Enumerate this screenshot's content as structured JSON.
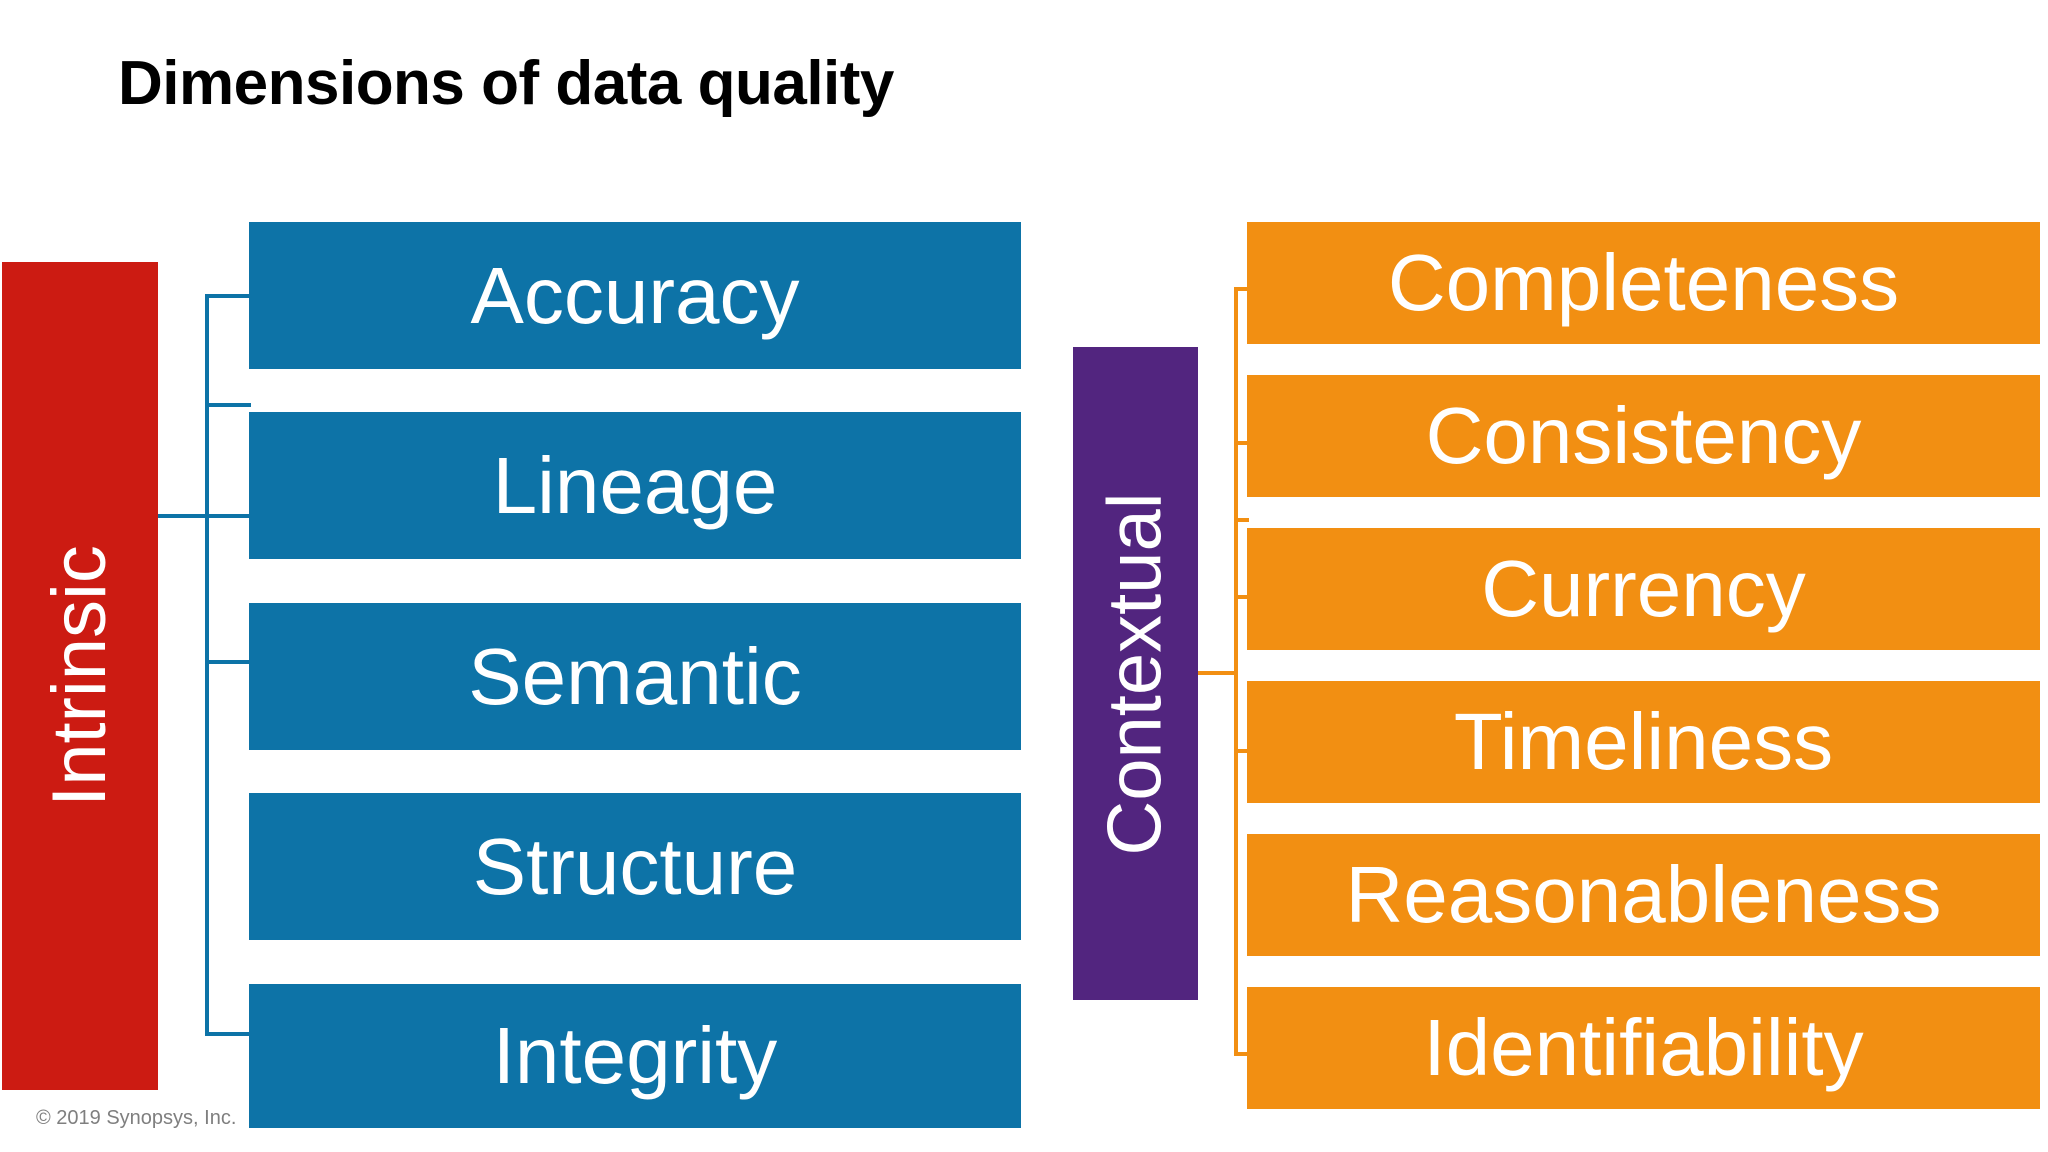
{
  "slide": {
    "title": "Dimensions of data quality",
    "footer": "© 2019 Synopsys, Inc."
  },
  "colors": {
    "intrinsic_bar": "#cc1b12",
    "contextual_bar": "#52257f",
    "intrinsic_item": "#0d73a7",
    "contextual_item": "#f28f12",
    "title_text": "#000000",
    "item_text": "#ffffff",
    "footer_text": "#7f7f7f",
    "background": "#ffffff"
  },
  "groups": [
    {
      "id": "intrinsic",
      "label": "Intrinsic",
      "items": [
        {
          "label": "Accuracy"
        },
        {
          "label": "Lineage"
        },
        {
          "label": "Semantic"
        },
        {
          "label": "Structure"
        },
        {
          "label": "Integrity"
        }
      ]
    },
    {
      "id": "contextual",
      "label": "Contextual",
      "items": [
        {
          "label": "Completeness"
        },
        {
          "label": "Consistency"
        },
        {
          "label": "Currency"
        },
        {
          "label": "Timeliness"
        },
        {
          "label": "Reasonableness"
        },
        {
          "label": "Identifiability"
        }
      ]
    }
  ]
}
